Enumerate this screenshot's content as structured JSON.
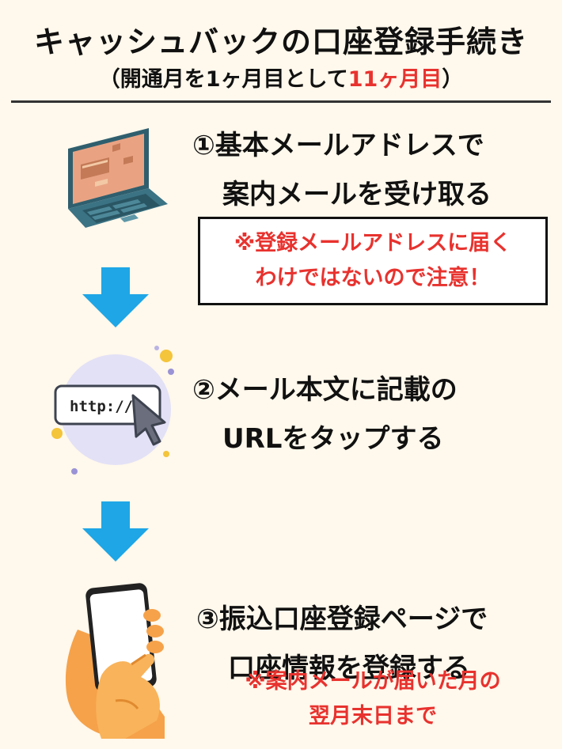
{
  "header": {
    "title": "キャッシュバックの口座登録手続き",
    "subtitle_pre": "（開通月を1ヶ月目として",
    "subtitle_highlight": "11ヶ月目",
    "subtitle_post": "）"
  },
  "steps": [
    {
      "line1": "①基本メールアドレスで",
      "line2": "案内メールを受け取る",
      "note_line1": "※登録メールアドレスに届く",
      "note_line2": "わけではないので注意！"
    },
    {
      "line1": "②メール本文に記載の",
      "line2": "URLをタップする",
      "url_text": "http://"
    },
    {
      "line1": "③振込口座登録ページで",
      "line2": "口座情報を登録する",
      "note_line1": "※案内メールが届いた月の",
      "note_line2": "翌月末日まで"
    }
  ],
  "colors": {
    "background": "#fff8ec",
    "accent_red": "#e8322e",
    "arrow_blue": "#1ea6e6",
    "text": "#111111"
  },
  "icons": [
    "laptop-icon",
    "arrow-down-icon",
    "url-cursor-icon",
    "smartphone-hand-icon"
  ]
}
